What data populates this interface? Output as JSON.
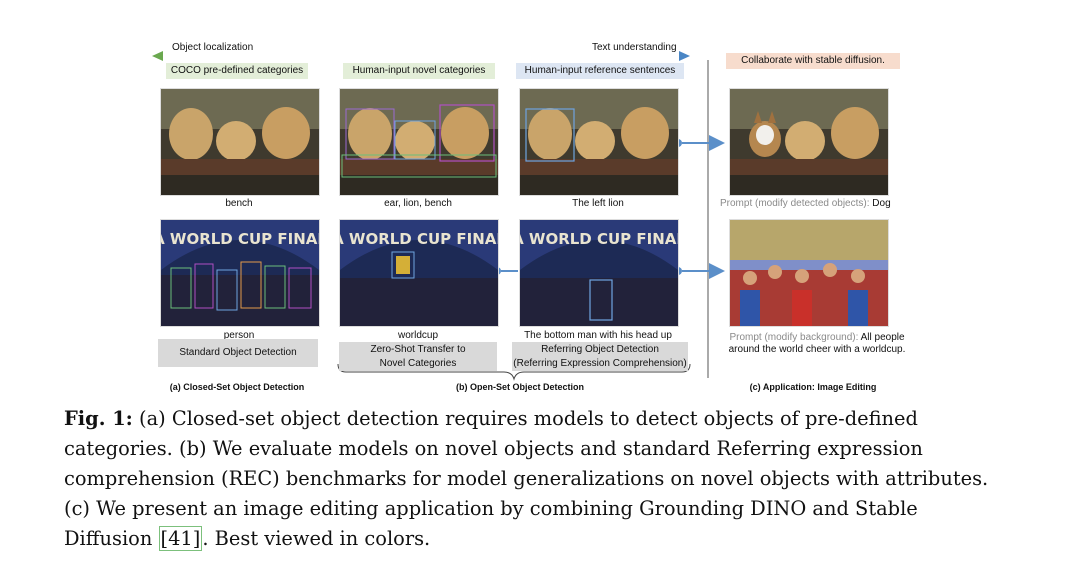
{
  "top_arrow": {
    "left_label": "Object localization",
    "right_label": "Text understanding"
  },
  "banners": {
    "col1": "COCO pre-defined categories",
    "col2": "Human-input novel categories",
    "col3": "Human-input reference sentences",
    "col4": "Collaborate with stable diffusion."
  },
  "row1_labels": {
    "col1": "bench",
    "col2": "ear, lion, bench",
    "col3": "The left lion"
  },
  "row2_labels": {
    "col1": "person",
    "col2": "worldcup",
    "col3": "The bottom man with his head up"
  },
  "gray_boxes": {
    "col1": "Standard Object Detection",
    "col2_line1": "Zero-Shot Transfer to",
    "col2_line2": "Novel Categories",
    "col3_line1": "Referring Object Detection",
    "col3_line2": "(Referring Expression Comprehension)"
  },
  "prompts": {
    "dog_prefix": "Prompt (modify detected objects):",
    "dog_value": "Dog",
    "bg_prefix": "Prompt (modify background):",
    "bg_value_1": "All people",
    "bg_value_2": "around the world cheer with a worldcup."
  },
  "subcaptions": {
    "a": "(a) Closed-Set Object Detection",
    "b": "(b) Open-Set Object Detection",
    "c": "(c) Application: Image Editing"
  },
  "photo_text": {
    "banner": "A WORLD CUP FINAL"
  },
  "caption": {
    "fig_label": "Fig. 1:",
    "text_before_cite": " (a) Closed-set object detection requires models to detect objects of pre-defined categories. (b) We evaluate models on novel objects and standard Referring expression comprehension (REC) benchmarks for model generalizations on novel objects with attributes. (c) We present an image editing application by combining Grounding DINO and Stable Diffusion ",
    "cite": "[41]",
    "text_after_cite": ". Best viewed in colors."
  },
  "colors": {
    "arrow_left": "#6aa84f",
    "arrow_right": "#4a86c5",
    "flow_arrow": "#5b8fc9"
  }
}
